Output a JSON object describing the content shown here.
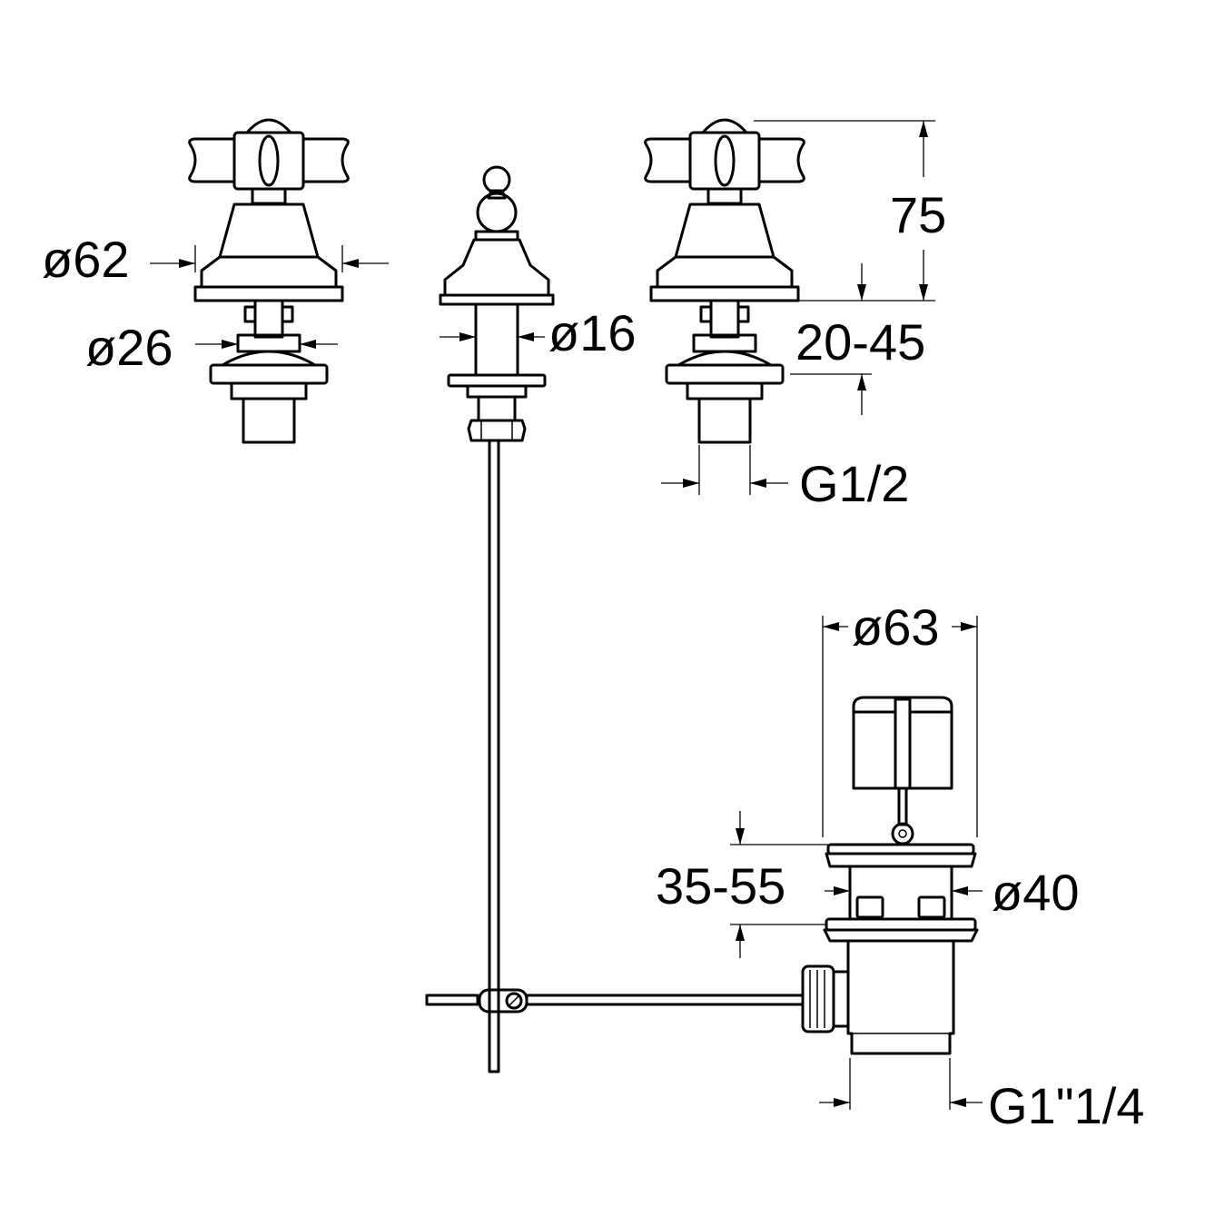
{
  "dimensions": {
    "left_valve_handle_diameter": "ø62",
    "left_valve_shank_diameter": "ø26",
    "lift_rod_diameter": "ø16",
    "valve_height": "75",
    "valve_clamp_range": "20-45",
    "valve_thread": "G1/2",
    "waste_flange_diameter": "ø63",
    "waste_clamp_range": "35-55",
    "waste_body_diameter": "ø40",
    "waste_thread": "G1\"1/4"
  }
}
